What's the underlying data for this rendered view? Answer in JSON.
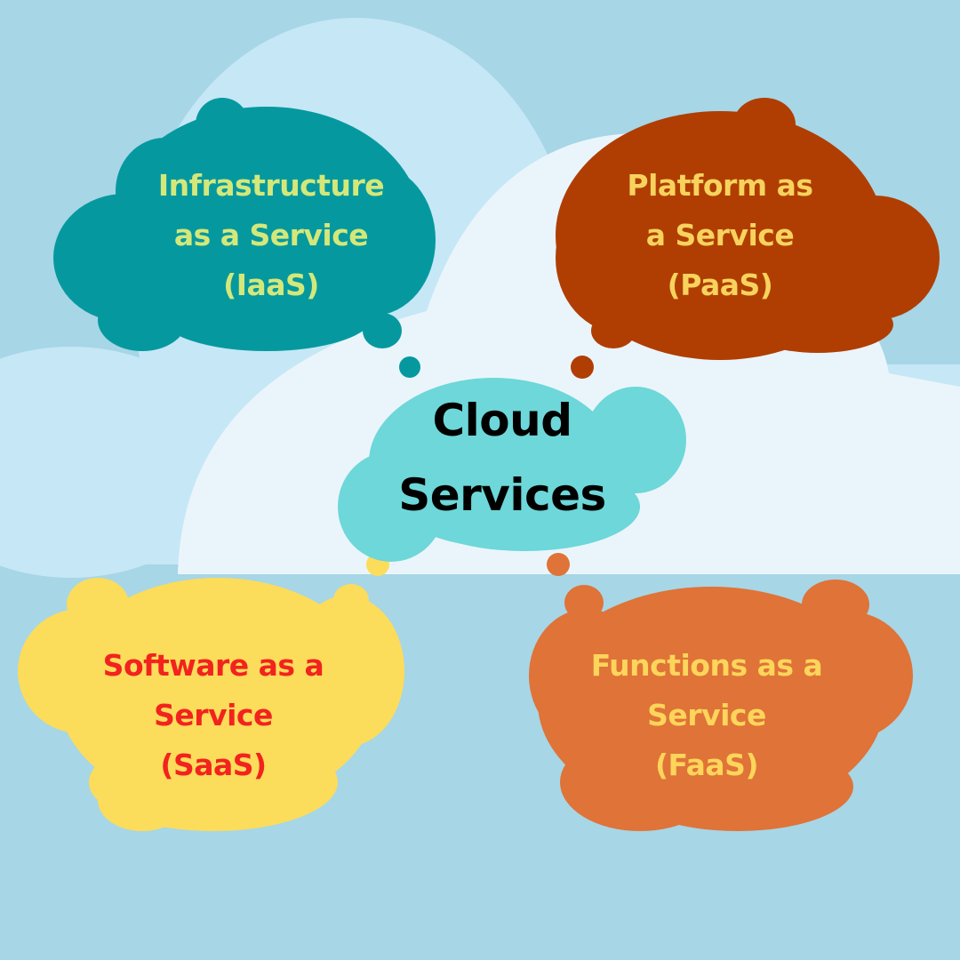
{
  "center": {
    "lines": [
      "Cloud",
      "Services"
    ]
  },
  "clouds": [
    {
      "id": "iaas",
      "lines": [
        "Infrastructure",
        "as a Service",
        "(IaaS)"
      ],
      "fill": "#05999f",
      "text_color": "#d4e87a"
    },
    {
      "id": "paas",
      "lines": [
        "Platform as",
        "a Service",
        "(PaaS)"
      ],
      "fill": "#b03e03",
      "text_color": "#f7d35d"
    },
    {
      "id": "saas",
      "lines": [
        "Software as a",
        "Service",
        "(SaaS)"
      ],
      "fill": "#fcdc5b",
      "text_color": "#f2231e"
    },
    {
      "id": "faas",
      "lines": [
        "Functions as a",
        "Service",
        "(FaaS)"
      ],
      "fill": "#df7338",
      "text_color": "#fcd55a"
    }
  ],
  "colors": {
    "background": "#a7d6e6",
    "backdrop_cloud_light": "#c6e7f6",
    "backdrop_cloud_pale": "#eaf5fb",
    "center_cloud": "#6dd7d9",
    "center_text": "#000000"
  }
}
